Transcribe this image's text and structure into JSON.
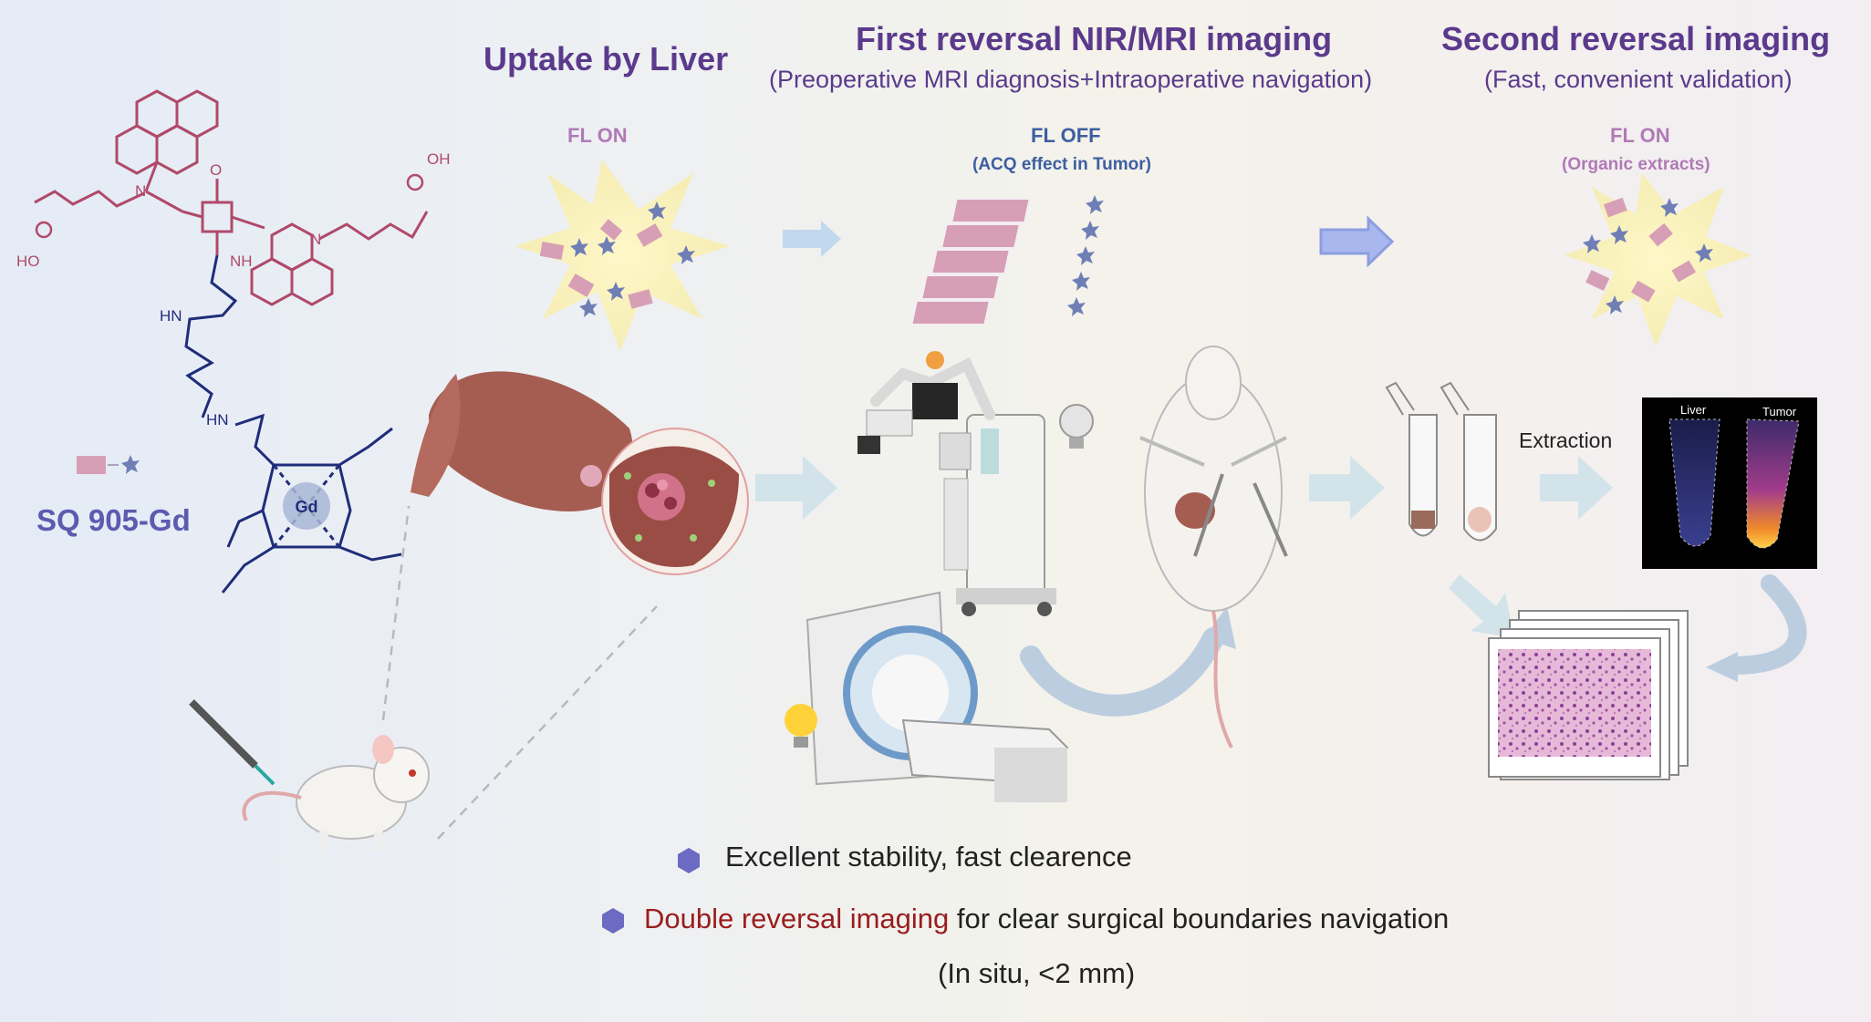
{
  "headers": {
    "uptake": "Uptake by Liver",
    "first_title": "First reversal NIR/MRI imaging",
    "first_sub": "(Preoperative MRI diagnosis+Intraoperative navigation)",
    "second_title": "Second reversal  imaging",
    "second_sub": "(Fast, convenient validation)"
  },
  "states": {
    "fl_on_1": "FL ON",
    "fl_off": "FL OFF",
    "fl_off_sub": "(ACQ effect in Tumor)",
    "fl_on_2": "FL ON",
    "fl_on_2_sub": "(Organic extracts)"
  },
  "probe": {
    "name": "SQ 905-Gd"
  },
  "chem_labels": {
    "gd": "Gd",
    "nh": "NH",
    "hn1": "HN",
    "hn2": "HN",
    "oh": "OH",
    "ho": "HO",
    "n_plus": "N",
    "n": "N",
    "o": "O"
  },
  "extraction": {
    "label": "Extraction",
    "liver": "Liver",
    "tumor": "Tumor"
  },
  "bullets": {
    "b1": "Excellent stability, fast clearence",
    "b2_highlight": "Double reversal imaging",
    "b2_rest": " for clear surgical boundaries navigation",
    "b3": "(In situ, <2 mm)"
  },
  "colors": {
    "title": "#5b3a8c",
    "fl_on": "#b07ab6",
    "fl_off": "#3d5ea0",
    "molecule": "#b04a6a",
    "chelator": "#1f2d7a",
    "highlight": "#9a1d1d",
    "arrow": "#c9dbe9"
  }
}
